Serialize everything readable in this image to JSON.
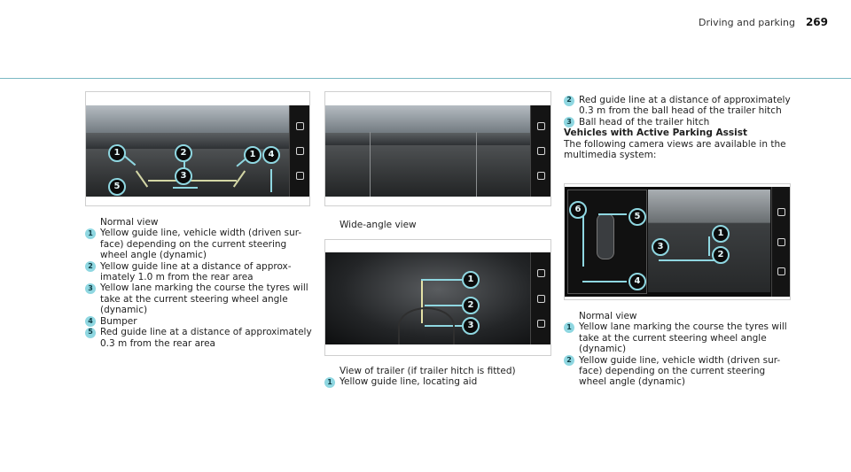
{
  "header": {
    "section": "Driving and parking",
    "page": "269"
  },
  "fig1": {
    "callouts": [
      "1",
      "2",
      "1",
      "4",
      "3",
      "5"
    ]
  },
  "fig3": {
    "callouts": [
      "1",
      "2",
      "3"
    ]
  },
  "fig4": {
    "callouts": [
      "6",
      "5",
      "1",
      "3",
      "2",
      "4"
    ]
  },
  "col1": {
    "caption": "Normal view",
    "items": [
      {
        "n": "1",
        "lines": [
          "Yellow guide line, vehicle width (driven sur-",
          "face) depending on the current steering",
          "wheel angle (dynamic)"
        ]
      },
      {
        "n": "2",
        "lines": [
          "Yellow guide line at a distance of approx-",
          "imately 1.0 m from the rear area"
        ]
      },
      {
        "n": "3",
        "lines": [
          "Yellow lane marking the course the tyres will",
          "take at the current steering wheel angle",
          "(dynamic)"
        ]
      },
      {
        "n": "4",
        "lines": [
          "Bumper"
        ]
      },
      {
        "n": "5",
        "lines": [
          "Red guide line at a distance of approximately",
          "0.3 m from the rear area"
        ]
      }
    ]
  },
  "col2": {
    "caption_wide": "Wide-angle view",
    "caption_trailer": "View of trailer (if trailer hitch is fitted)",
    "items": [
      {
        "n": "1",
        "lines": [
          "Yellow guide line, locating aid"
        ]
      }
    ]
  },
  "col3": {
    "items_top": [
      {
        "n": "2",
        "lines": [
          "Red guide line at a distance of approximately",
          "0.3 m from the ball head of the trailer hitch"
        ]
      },
      {
        "n": "3",
        "lines": [
          "Ball head of the trailer hitch"
        ]
      }
    ],
    "heading": "Vehicles with Active Parking Assist",
    "intro": [
      "The following camera views are available in the",
      "multimedia system:"
    ],
    "caption": "Normal view",
    "items": [
      {
        "n": "1",
        "lines": [
          "Yellow lane marking the course the tyres will",
          "take at the current steering wheel angle",
          "(dynamic)"
        ]
      },
      {
        "n": "2",
        "lines": [
          "Yellow guide line, vehicle width (driven sur-",
          "face) depending on the current steering",
          "wheel angle (dynamic)"
        ]
      }
    ]
  }
}
